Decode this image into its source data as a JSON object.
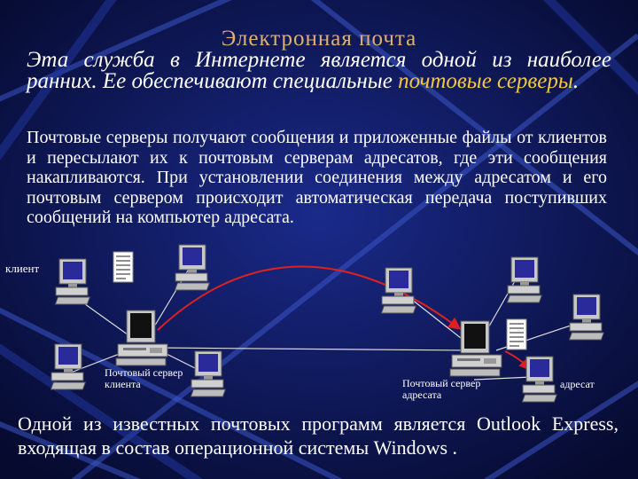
{
  "slide": {
    "title": "Электронная почта",
    "para1_pre": "Эта служба в Интернете является одной из наиболее ранних. Ее обеспечивают специальные ",
    "para1_highlight": "почтовые серверы",
    "para1_post": ".",
    "para2": "Почтовые серверы получают сообщения и приложенные файлы от клиентов и пересылают их к почтовым серверам адресатов, где эти сообщения накапливаются. При установлении соединения между адресатом и его почтовым сервером происходит автоматическая передача поступивших сообщений на компьютер адресата.",
    "para3": "Одной из известных почтовых программ является Outlook Express, входящая в состав операционной системы Windows ."
  },
  "diagram": {
    "label_client": "клиент",
    "label_server_client": "Почтовый сервер клиента",
    "label_server_dest": "Почтовый сервер адресата",
    "label_dest": "адресат"
  },
  "colors": {
    "background": "#0a0f3a",
    "title": "#e0b070",
    "highlight": "#f2c840",
    "arrow": "#e02020"
  }
}
